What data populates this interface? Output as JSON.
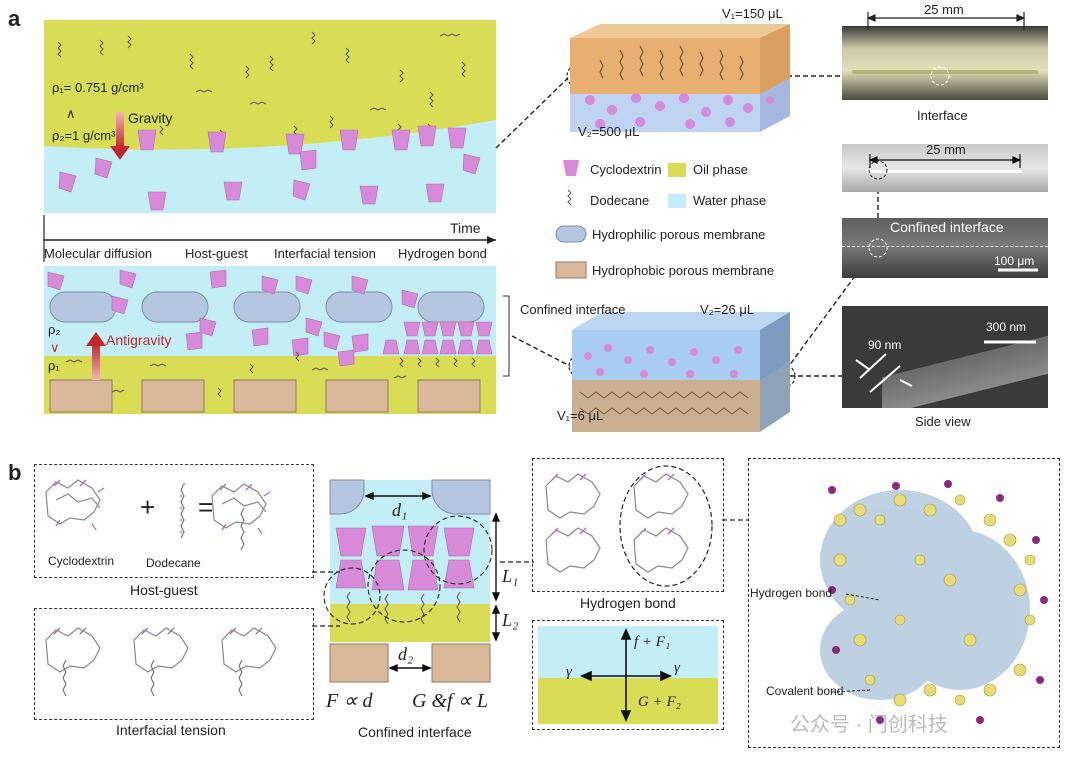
{
  "panel_a": {
    "letter": "a",
    "rho1": "ρ₁= 0.751 g/cm³",
    "rho2": "ρ₂=1 g/cm³",
    "compare_top": "∧",
    "gravity": "Gravity",
    "time": "Time",
    "stages": [
      "Molecular diffusion",
      "Host-guest",
      "Interfacial tension",
      "Hydrogen bond"
    ],
    "rho2_bottom": "ρ₂",
    "compare_bottom": "∨",
    "rho1_bottom": "ρ₁",
    "antigravity": "Antigravity",
    "box1_v1": "V₁=150 μL",
    "box1_v2": "V₂=500 μL",
    "confined_interface_label": "Confined interface",
    "box2_v2": "V₂=26  μL",
    "box2_v1": "V₁=6  μL",
    "legend": {
      "cyclodextrin": "Cyclodextrin",
      "oil": "Oil phase",
      "dodecane": "Dodecane",
      "water": "Water phase",
      "hydrophilic": "Hydrophilic porous membrane",
      "hydrophobic": "Hydrophobic porous membrane"
    },
    "photo1_scale": "25 mm",
    "photo1_caption": "Interface",
    "photo2_scale": "25 mm",
    "photo3_title": "Confined interface",
    "photo3_scale": "100 μm",
    "photo4_scale": "300 nm",
    "photo4_thickness": "90 nm",
    "photo4_caption": "Side view",
    "colors": {
      "oil": "#d9dd55",
      "water": "#c4eef5",
      "cd": "#d68ad8",
      "hydrophilic": "#b5c7e0",
      "hydrophobic": "#d9b99a",
      "arrow_red": "#c0282c"
    }
  },
  "panel_b": {
    "letter": "b",
    "hg_cd": "Cyclodextrin",
    "hg_dodecane": "Dodecane",
    "hg_plus": "+",
    "hg_equals": "=",
    "hg_caption": "Host-guest",
    "it_caption": "Interfacial tension",
    "d1": "d₁",
    "d2": "d₂",
    "L1": "L₁",
    "L2": "L₂",
    "f_prop_d": "F ∝ d",
    "g_prop_l": "G &f ∝ L",
    "ci_caption": "Confined interface",
    "hb_caption": "Hydrogen bond",
    "force_f": "f + F₁",
    "force_g": "G + F₂",
    "gamma": "γ",
    "hb_label": "Hydrogen bond",
    "cov_label": "Covalent bond",
    "watermark": "公众号 · 门创科技"
  }
}
